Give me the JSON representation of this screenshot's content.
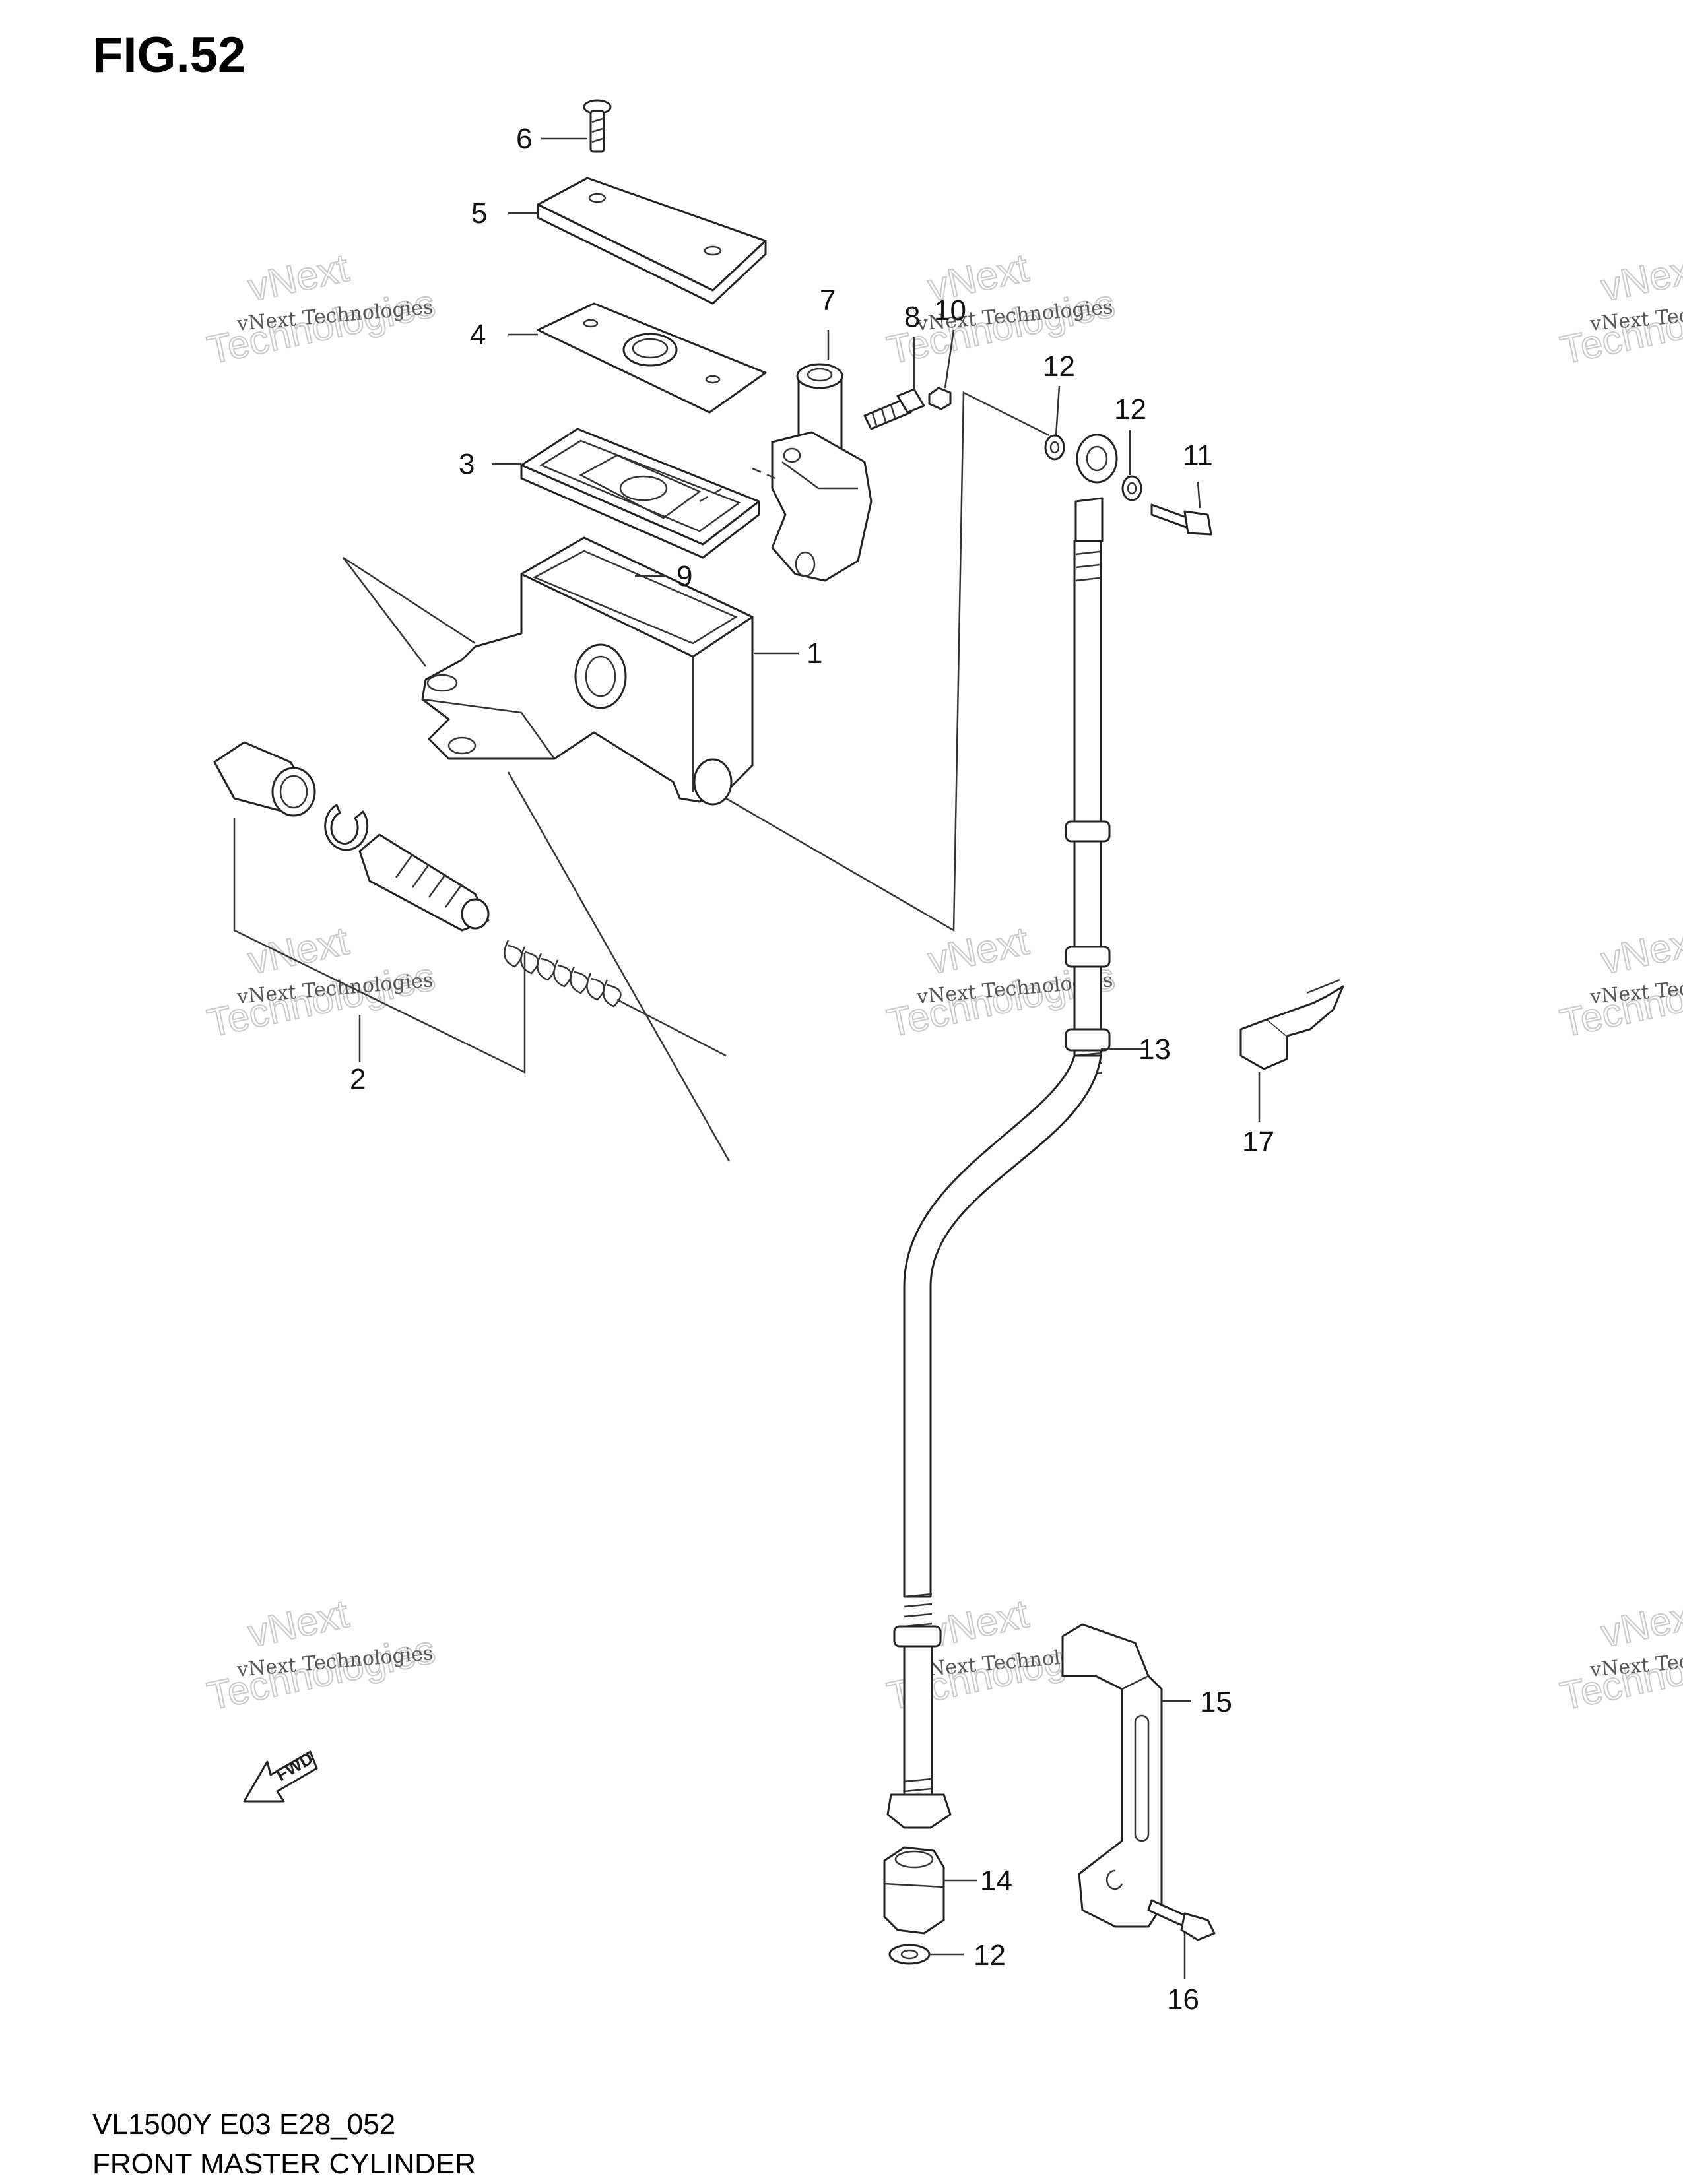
{
  "figure": {
    "title": "FIG.52"
  },
  "footer": {
    "model_code": "VL1500Y E03 E28_052",
    "caption": "FRONT MASTER CYLINDER"
  },
  "fwd_label": "FWD",
  "callouts": {
    "p1": "1",
    "p2": "2",
    "p3": "3",
    "p4": "4",
    "p5": "5",
    "p6": "6",
    "p7": "7",
    "p8": "8",
    "p9": "9",
    "p10": "10",
    "p11": "11",
    "p12a": "12",
    "p12b": "12",
    "p12c": "12",
    "p13": "13",
    "p14": "14",
    "p15": "15",
    "p16": "16",
    "p17": "17"
  },
  "watermark": {
    "line1": "vNext Technologies",
    "word1": "vNext",
    "word2": "Technologies"
  }
}
